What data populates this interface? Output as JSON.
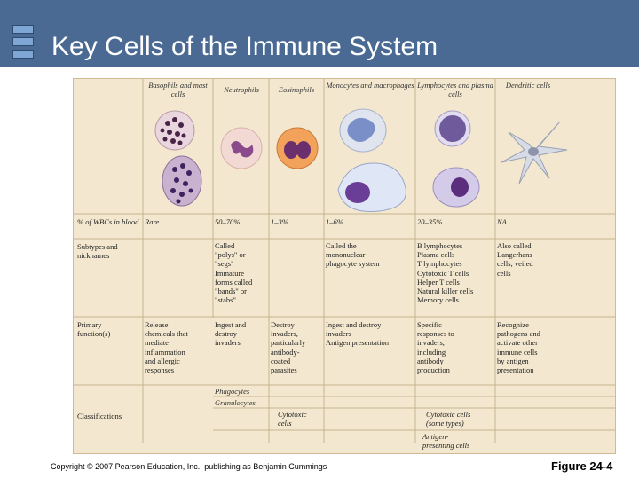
{
  "title": "Key Cells of the Immune System",
  "columns": [
    "Basophils and mast cells",
    "Neutrophils",
    "Eosinophils",
    "Monocytes and macrophages",
    "Lymphocytes and plasma cells",
    "Dendritic cells"
  ],
  "rows": {
    "wbc": {
      "label": "% of WBCs in blood",
      "values": [
        "Rare",
        "50–70%",
        "1–3%",
        "1–6%",
        "20–35%",
        "NA"
      ]
    },
    "subtypes": {
      "label": "Subtypes and nicknames",
      "neutrophils": "Called\n\"polys\" or\n\"segs\"\nImmature\nforms called\n\"bands\" or\n\"stabs\"",
      "monocytes": "Called the\nmononuclear\nphagocyte system",
      "lymphocytes": "B lymphocytes\n   Plasma cells\nT lymphocytes\n   Cytotoxic T cells\n   Helper T cells\nNatural killer cells\nMemory cells",
      "dendritic": "Also called\n Langerhans\n cells, veiled\n cells"
    },
    "function": {
      "label": "Primary\nfunction(s)",
      "basophils": "Release\nchemicals that\n mediate\n inflammation\n and allergic\n responses",
      "neutrophils": "Ingest and\n destroy\n invaders",
      "eosinophils": "Destroy\n invaders,\n particularly\n antibody-\n coated\n parasites",
      "monocytes": "Ingest and destroy\n invaders\nAntigen presentation",
      "lymphocytes": "Specific\n responses to\n invaders,\n including\n antibody\n production",
      "dendritic": "Recognize\n pathogens and\n activate other\n immune cells\n by antigen\n presentation"
    },
    "classifications": {
      "label": "Classifications",
      "phagocytes": "Phagocytes",
      "granulocytes": "Granulocytes",
      "cytotoxic_eos": "Cytotoxic\ncells",
      "cytotoxic_lym": "Cytotoxic cells\n(some types)",
      "apc": "Antigen-\npresenting cells"
    }
  },
  "footer": {
    "copyright": "Copyright © 2007 Pearson Education, Inc., publishing as Benjamin Cummings",
    "figure": "Figure 24-4"
  }
}
